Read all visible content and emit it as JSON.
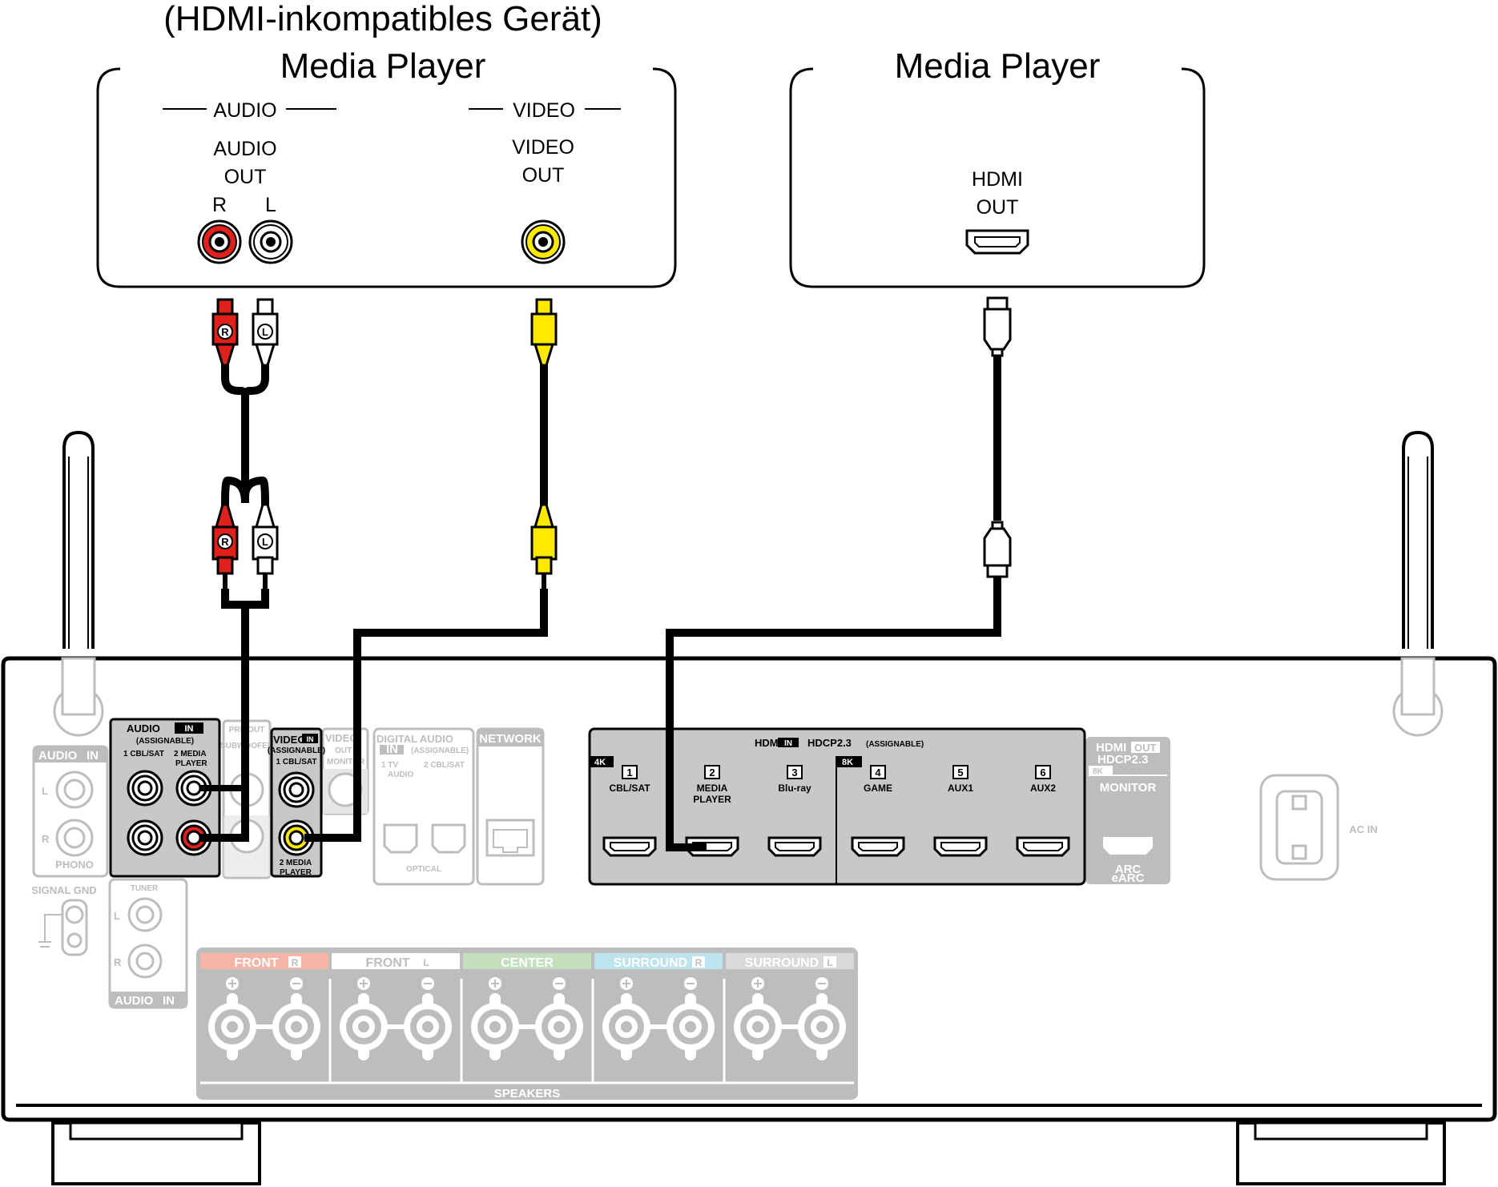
{
  "devices": {
    "left": {
      "note": "(HDMI-inkompatibles Gerät)",
      "title": "Media Player",
      "audio_group": "AUDIO",
      "video_group": "VIDEO",
      "audio_out_1": "AUDIO",
      "audio_out_2": "OUT",
      "channel_r": "R",
      "channel_l": "L",
      "video_out_1": "VIDEO",
      "video_out_2": "OUT"
    },
    "right": {
      "title": "Media Player",
      "hdmi_out_1": "HDMI",
      "hdmi_out_2": "OUT"
    }
  },
  "plugs": {
    "r": "R",
    "l": "L"
  },
  "receiver": {
    "audio_in": {
      "title": "AUDIO",
      "badge": "IN",
      "assignable": "(ASSIGNABLE)",
      "input1": "1 CBL/SAT",
      "input2a": "2 MEDIA",
      "input2b": "PLAYER"
    },
    "video_in": {
      "title": "VIDEO",
      "badge": "IN",
      "assignable": "(ASSIGNABLE)",
      "input1": "1 CBL/SAT",
      "input2a": "2 MEDIA",
      "input2b": "PLAYER"
    },
    "faded": {
      "audio_in": "AUDIO",
      "audio_in_badge": "IN",
      "phono": "PHONO",
      "signal_gnd": "SIGNAL GND",
      "tuner": "TUNER",
      "audio_in_bottom": "AUDIO",
      "audio_in_bottom_badge": "IN",
      "preout": "PRE OUT",
      "subwoofer": "SUBWOOFER",
      "video_out": "VIDEO",
      "video_out_2": "OUT",
      "monitor": "MONITOR",
      "digital_audio": "DIGITAL AUDIO",
      "digital_in": "IN",
      "digital_assignable": "(ASSIGNABLE)",
      "digital_1": "1 TV",
      "digital_1b": "AUDIO",
      "digital_2": "2 CBL/SAT",
      "optical": "OPTICAL",
      "network": "NETWORK",
      "hdmi_out": "HDMI",
      "hdmi_out_badge": "OUT",
      "hdmi_out_hdcp": "HDCP2.3",
      "hdmi_out_8k": "8K",
      "hdmi_out_monitor": "MONITOR",
      "arc": "ARC",
      "earc": "eARC",
      "ac_in": "AC IN",
      "l": "L",
      "r": "R"
    },
    "hdmi_in": {
      "title": "HDMI",
      "badge": "IN",
      "hdcp": "HDCP2.3",
      "assignable": "(ASSIGNABLE)",
      "band_4k": "4K",
      "band_8k": "8K",
      "ports": [
        {
          "num": "1",
          "name": "CBL/SAT",
          "name2": ""
        },
        {
          "num": "2",
          "name": "MEDIA",
          "name2": "PLAYER"
        },
        {
          "num": "3",
          "name": "Blu-ray",
          "name2": ""
        },
        {
          "num": "4",
          "name": "GAME",
          "name2": ""
        },
        {
          "num": "5",
          "name": "AUX1",
          "name2": ""
        },
        {
          "num": "6",
          "name": "AUX2",
          "name2": ""
        }
      ]
    },
    "speakers": {
      "title": "SPEAKERS",
      "groups": [
        {
          "name": "FRONT",
          "ch": "R",
          "color": "#f4b5a6"
        },
        {
          "name": "FRONT",
          "ch": "L",
          "color": "#ffffff"
        },
        {
          "name": "CENTER",
          "ch": "",
          "color": "#c3dfbe"
        },
        {
          "name": "SURROUND",
          "ch": "R",
          "color": "#bde3ee"
        },
        {
          "name": "SURROUND",
          "ch": "L",
          "color": "#d9d9d9"
        }
      ]
    }
  },
  "colors": {
    "red": "#e0201b",
    "white": "#ffffff",
    "yellow": "#ffe900",
    "panel": "#c8c8c8",
    "faded": "#bdbdbd",
    "cable": "#000000"
  }
}
